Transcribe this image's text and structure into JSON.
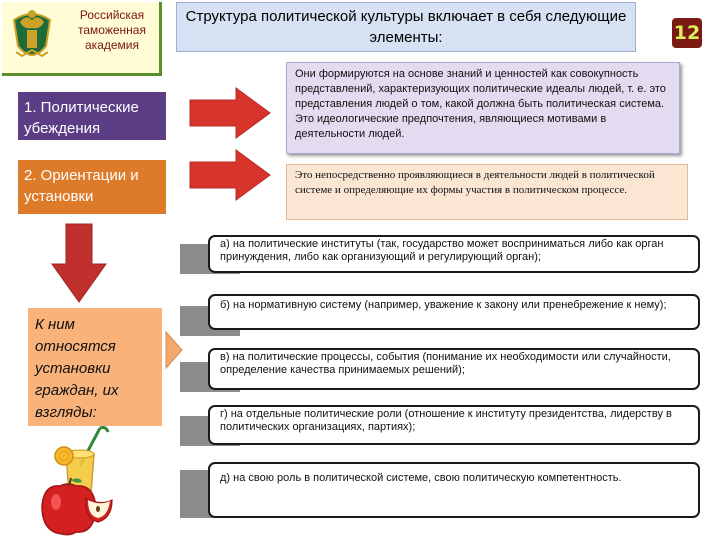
{
  "header": {
    "academy_name": "Российская таможенная академия",
    "title": "Структура политической культуры включает в себя следующие элементы:",
    "slide_number": "12"
  },
  "elements": {
    "beliefs_label": "1. Политические убеждения",
    "beliefs_description": "Они формируются на основе знаний и ценностей как совокупность представлений, характеризующих политические идеалы людей, т. е. это представления людей о том, какой должна быть политическая система. Это идеологические предпочтения, являющиеся мотивами в деятельности людей.",
    "orientations_label": "2. Ориентации и установки",
    "orientations_description": "Это непосредственно проявляющиеся в деятельности людей в политической системе и определяющие их формы участия в политическом процессе.",
    "attitudes_label": "К ним относятся установки граждан, их взгляды:"
  },
  "objects": [
    {
      "text": "а) на политические институты (так, государство может восприниматься либо как орган принуждения, либо как организующий и регулирующий орган);"
    },
    {
      "text": "б) на нормативную систему (например, уважение к закону или пренебрежение к нему);"
    },
    {
      "text": "в) на политические процессы, события (понимание их необходимости или случайности, определение качества принимаемых решений);"
    },
    {
      "text": "г) на отдельные политические роли (отношение к институту президентства, лидерству в политических организациях, партиях);"
    },
    {
      "text": "д) на свою роль в политической системе, свою политическую компетентность."
    }
  ],
  "colors": {
    "beliefs": "#5b3d86",
    "orientations": "#de7b2b",
    "attitudes": "#f8b27a",
    "arrow": "#d9342b",
    "badge": "#7b1a12"
  },
  "icons": [
    "coat-of-arms-icon",
    "cocktail-glass-icon",
    "apple-icon"
  ]
}
